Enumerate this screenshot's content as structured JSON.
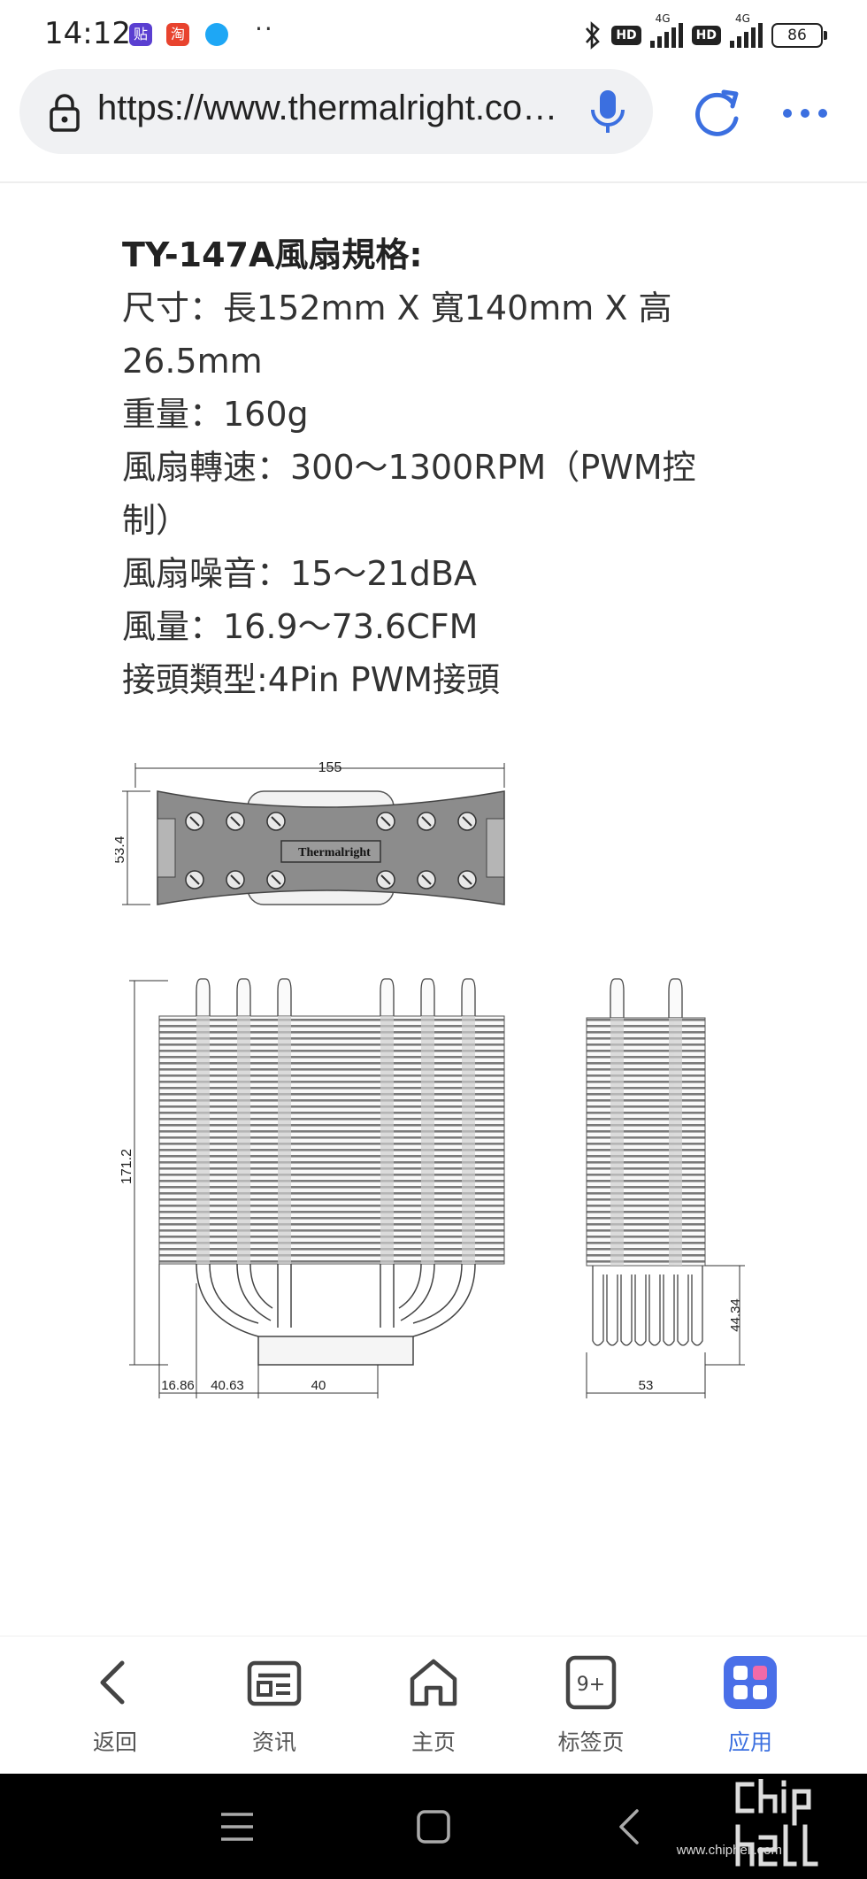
{
  "status_bar": {
    "time": "14:12",
    "app_icons": [
      "贴",
      "淘",
      ""
    ],
    "overflow": "··",
    "hd_badge": "HD",
    "network": "4G",
    "battery": "86"
  },
  "browser": {
    "url": "https://www.thermalright.com.tw/...",
    "icons": [
      "lock-icon",
      "mic-icon",
      "reload-icon",
      "more-icon"
    ],
    "accent_color": "#3b6fe0"
  },
  "article": {
    "title": "TY-147A風扇規格:",
    "lines": [
      "尺寸：長152mm X 寬140mm X 高26.5mm",
      "重量：160g",
      "風扇轉速：300～1300RPM（PWM控制）",
      "風扇噪音：15～21dBA",
      "風量：16.9～73.6CFM",
      "接頭類型:4Pin PWM接頭"
    ]
  },
  "drawing": {
    "brand": "Thermalright",
    "top_view": {
      "width_label": "155",
      "height_label": "53.4"
    },
    "front_view": {
      "height_label": "171.2",
      "dims": [
        "16.86",
        "40.63",
        "40"
      ]
    },
    "side_view": {
      "width_label": "53",
      "height_label": "44.34"
    }
  },
  "bottom_nav": {
    "items": [
      {
        "label": "返回",
        "icon": "back-icon"
      },
      {
        "label": "资讯",
        "icon": "news-icon"
      },
      {
        "label": "主页",
        "icon": "home-icon"
      },
      {
        "label": "标签页",
        "icon": "tabs-icon",
        "badge": "9+"
      },
      {
        "label": "应用",
        "icon": "apps-icon",
        "active": true
      }
    ]
  },
  "watermark": {
    "text": "chip hell",
    "url": "www.chiphell.com"
  }
}
